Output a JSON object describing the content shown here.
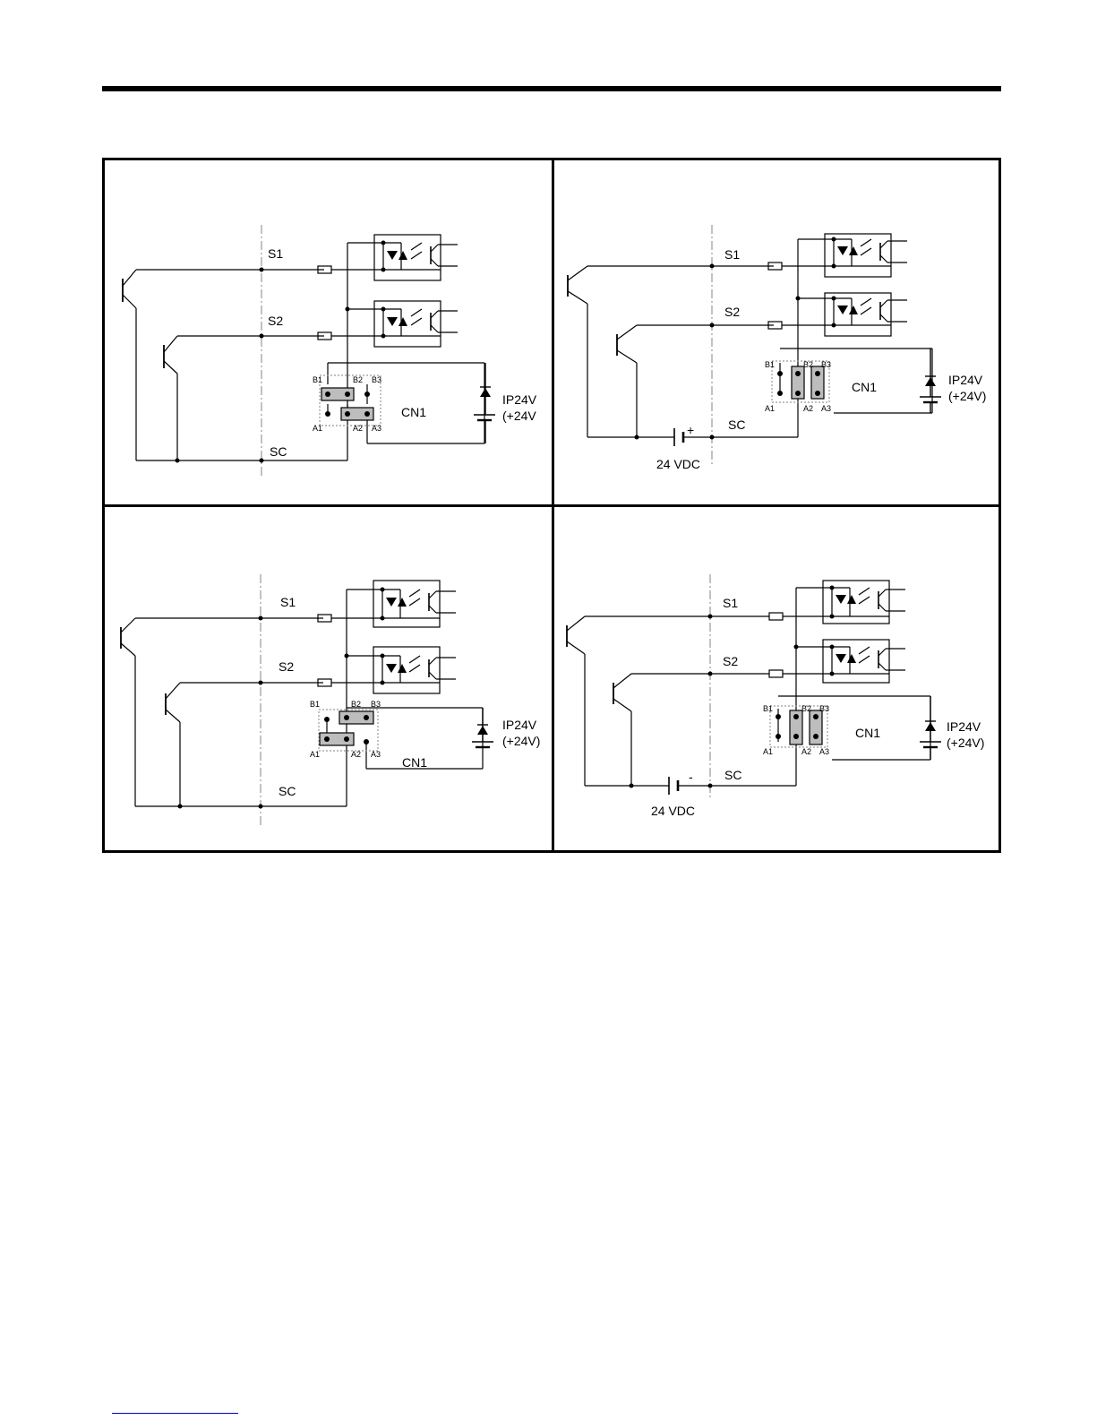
{
  "panels": [
    {
      "id": "top-left",
      "labels": {
        "s1": "S1",
        "s2": "S2",
        "sc": "SC",
        "cn1": "CN1",
        "b1": "B1",
        "b2": "B2",
        "b3": "B3",
        "a1": "A1",
        "a2": "A2",
        "a3": "A3",
        "supply_1": "IP24V",
        "supply_2": "(+24V"
      }
    },
    {
      "id": "top-right",
      "labels": {
        "s1": "S1",
        "s2": "S2",
        "sc": "SC",
        "cn1": "CN1",
        "b1": "B1",
        "b2": "B2",
        "b3": "B3",
        "a1": "A1",
        "a2": "A2",
        "a3": "A3",
        "supply_1": "IP24V",
        "supply_2": "(+24V)",
        "ext_supply": "24 VDC",
        "polarity": "+"
      }
    },
    {
      "id": "bottom-left",
      "labels": {
        "s1": "S1",
        "s2": "S2",
        "sc": "SC",
        "cn1": "CN1",
        "b1": "B1",
        "b2": "B2",
        "b3": "B3",
        "a1": "A1",
        "a2": "A2",
        "a3": "A3",
        "supply_1": "IP24V",
        "supply_2": "(+24V)"
      }
    },
    {
      "id": "bottom-right",
      "labels": {
        "s1": "S1",
        "s2": "S2",
        "sc": "SC",
        "cn1": "CN1",
        "b1": "B1",
        "b2": "B2",
        "b3": "B3",
        "a1": "A1",
        "a2": "A2",
        "a3": "A3",
        "supply_1": "IP24V",
        "supply_2": "(+24V)",
        "ext_supply": "24 VDC",
        "polarity": "-"
      }
    }
  ],
  "colors": {
    "line": "#000000",
    "jumper": "#bdbdbd",
    "dash": "#9a9a9a"
  }
}
